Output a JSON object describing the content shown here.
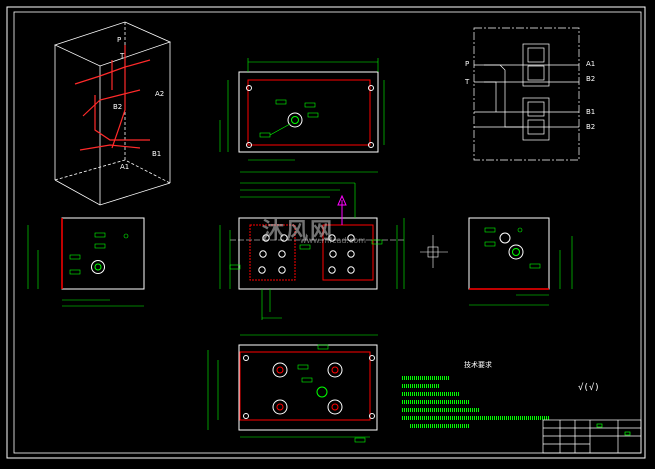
{
  "drawing": {
    "background": "#000000",
    "colors": {
      "frame": "#ffffff",
      "dim": "#00ff00",
      "part": "#ff0000",
      "pipe": "#ff2a2a",
      "centerline": "#ffffff",
      "arrow": "#ff00ff"
    }
  },
  "watermark": {
    "main": "沐风网",
    "sub": "www.mfcad.com"
  },
  "schematic": {
    "ports_left": [
      "P",
      "T"
    ],
    "ports_right": [
      "A1",
      "B2",
      "B1",
      "B2"
    ]
  },
  "iso_view": {
    "labels": [
      "P",
      "T",
      "A2",
      "B2",
      "B1",
      "A1"
    ]
  },
  "tech_requirements_title": "技术要求",
  "roughness_symbol": "√(√)"
}
